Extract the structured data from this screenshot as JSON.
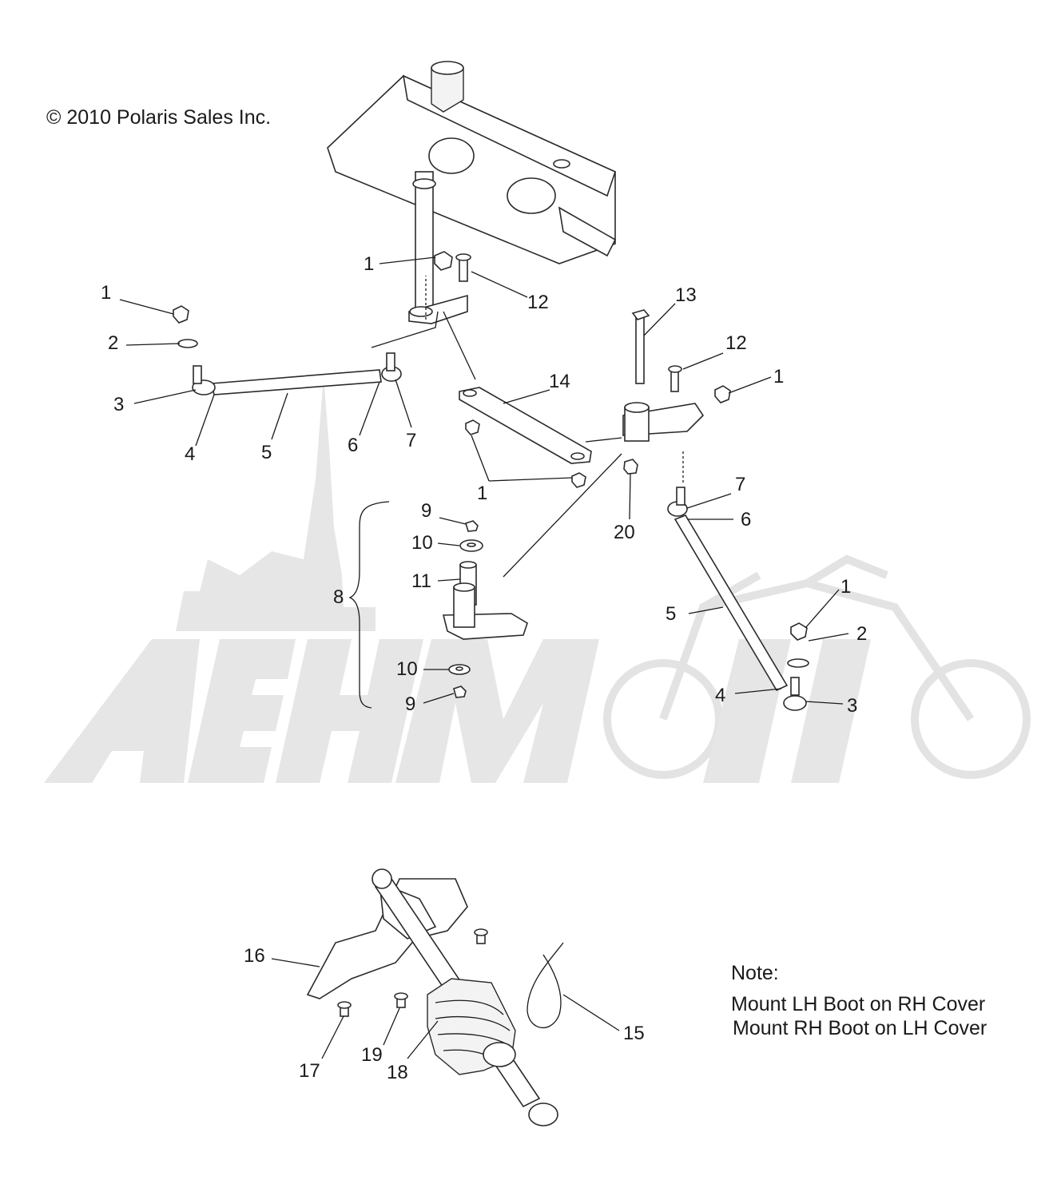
{
  "copyright": "© 2010 Polaris Sales Inc.",
  "watermark": "AeHMoio",
  "note": {
    "heading": "Note:",
    "line1": "Mount LH Boot on RH Cover",
    "line2": "Mount RH Boot on LH Cover"
  },
  "callouts": {
    "c1a": "1",
    "c12a": "12",
    "c1b": "1",
    "c2a": "2",
    "c3a": "3",
    "c4a": "4",
    "c5a": "5",
    "c6a": "6",
    "c7a": "7",
    "c13": "13",
    "c12b": "12",
    "c1c": "1",
    "c14": "14",
    "c1d": "1",
    "c9a": "9",
    "c10a": "10",
    "c11": "11",
    "c8": "8",
    "c10b": "10",
    "c9b": "9",
    "c20": "20",
    "c7b": "7",
    "c6b": "6",
    "c5b": "5",
    "c1e": "1",
    "c2b": "2",
    "c4b": "4",
    "c3b": "3",
    "c16": "16",
    "c17": "17",
    "c19": "19",
    "c18": "18",
    "c15": "15"
  }
}
